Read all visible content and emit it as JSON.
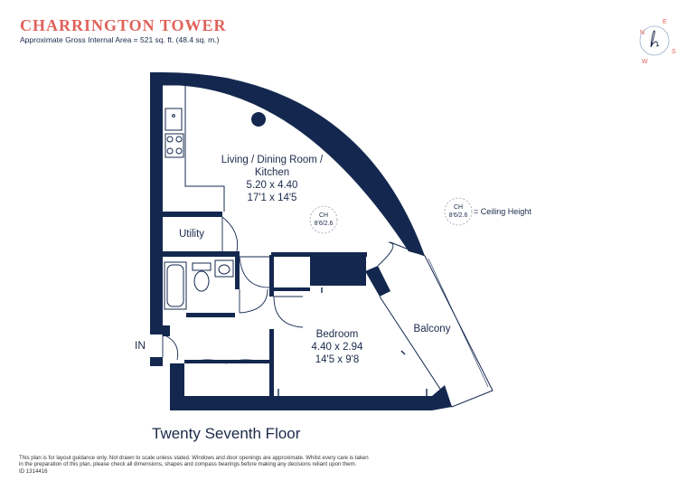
{
  "header": {
    "title": "CHARRINGTON TOWER",
    "area": "Approximate Gross Internal Area  = 521 sq. ft. (48.4 sq. m.)"
  },
  "compass": {
    "n": "N",
    "e": "E",
    "s": "S",
    "w": "W",
    "logo": "h"
  },
  "rooms": {
    "living": {
      "name_line1": "Living / Dining Room /",
      "name_line2": "Kitchen",
      "metric": "5.20 x 4.40",
      "imperial": "17'1 x 14'5"
    },
    "utility": {
      "name": "Utility"
    },
    "bedroom": {
      "name": "Bedroom",
      "metric": "4.40 x 2.94",
      "imperial": "14'5 x 9'8"
    },
    "balcony": {
      "name": "Balcony"
    }
  },
  "ceiling": {
    "ch": "CH",
    "value": "8'6/2.6",
    "legend": "= Ceiling Height"
  },
  "entrance": "IN",
  "floor_label": "Twenty Seventh Floor",
  "disclaimer": {
    "line1": "This plan is for layout guidance only.  Not drawn to scale unless stated.  Windows and door openings are approximate. Whilst every care is taken",
    "line2": "in the preparation of this plan, please check all dimensions, shapes and compass bearings before making any decisions reliant upon them.",
    "line3": "ID 1314416"
  },
  "colors": {
    "wall": "#14284f",
    "accent": "#e0625a",
    "text": "#1b2a4a"
  }
}
